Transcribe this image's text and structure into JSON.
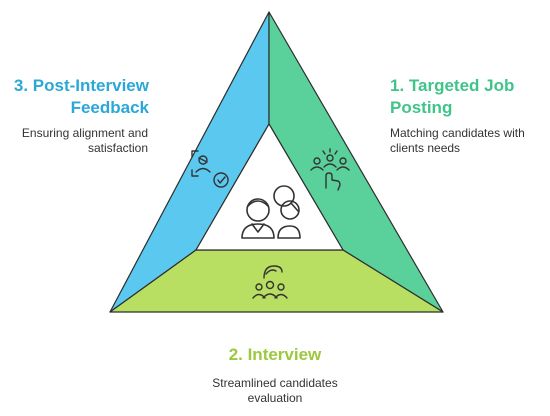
{
  "colors": {
    "left_panel": "#5bc8f0",
    "right_panel": "#5ad09a",
    "bottom_panel": "#b9df62",
    "center": "#ffffff",
    "outline": "#2d2d2d",
    "step1_title": "#3fc48a",
    "step2_title": "#9cc83d",
    "step3_title": "#2ba8d8"
  },
  "steps": [
    {
      "id": "step-1",
      "title_line1": "1. Targeted Job",
      "title_line2": "Posting",
      "desc_line1": "Matching candidates with",
      "desc_line2": "clients needs",
      "icon": "group-pointer-icon"
    },
    {
      "id": "step-2",
      "title_line1": "2. Interview",
      "desc_line1": "Streamlined candidates",
      "desc_line2": "evaluation",
      "icon": "meeting-group-icon"
    },
    {
      "id": "step-3",
      "title_line1": "3. Post-Interview",
      "title_line2": "Feedback",
      "desc_line1": "Ensuring alignment and",
      "desc_line2": "satisfaction",
      "icon": "user-check-icon"
    }
  ],
  "center_icon": "people-search-icon"
}
